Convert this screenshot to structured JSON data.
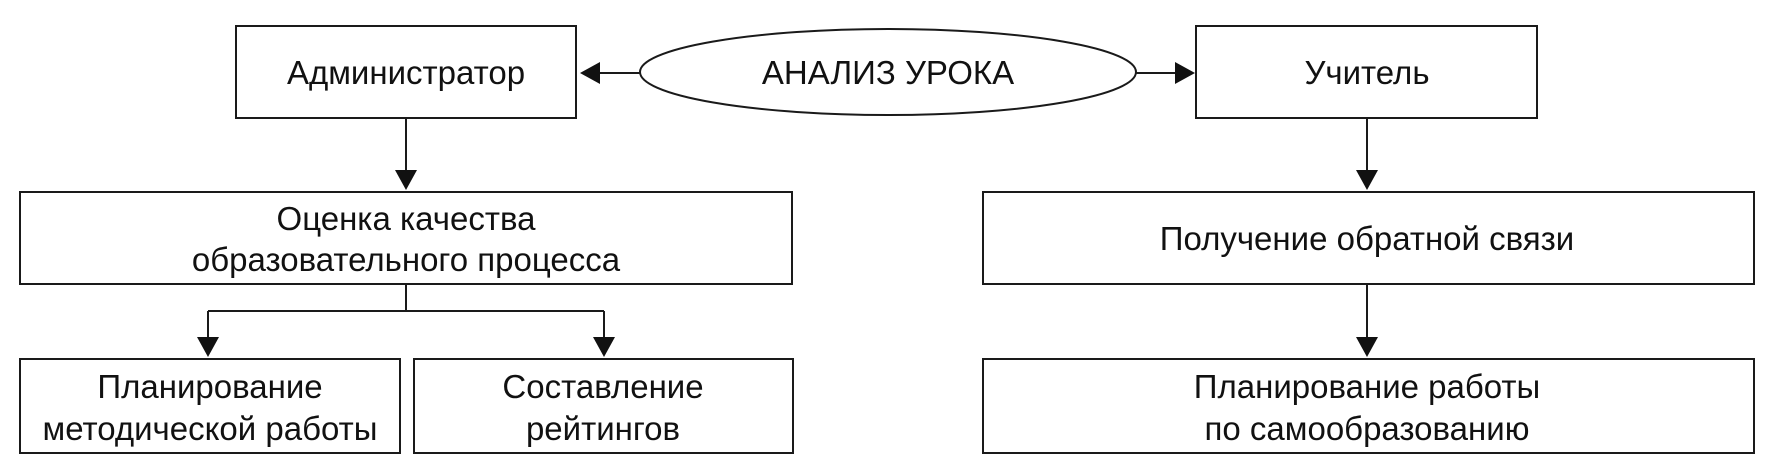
{
  "root": {
    "label": "АНАЛИЗ УРОКА"
  },
  "administrator": {
    "label": "Администратор",
    "quality": {
      "line1": "Оценка качества",
      "line2": "образовательного процесса"
    },
    "planning": {
      "line1": "Планирование",
      "line2": "методической работы"
    },
    "ratings": {
      "line1": "Составление",
      "line2": "рейтингов"
    }
  },
  "teacher": {
    "label": "Учитель",
    "feedback": {
      "label": "Получение обратной связи"
    },
    "self_education": {
      "line1": "Планирование работы",
      "line2": "по самообразованию"
    }
  }
}
